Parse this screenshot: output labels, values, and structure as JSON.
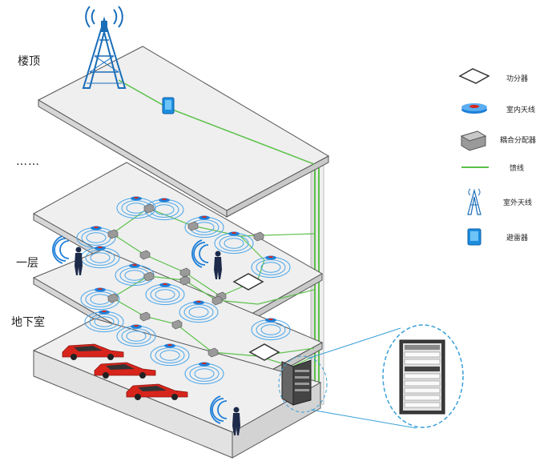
{
  "floors": {
    "roof": "楼顶",
    "ellipsis": "……",
    "first": "一层",
    "basement": "地下室"
  },
  "legend": {
    "splitter": "功分器",
    "indoor_antenna": "室内天线",
    "coupler": "耦合分配器",
    "feeder": "馈线",
    "outdoor_antenna": "室外天线",
    "arrester": "避雷器"
  },
  "colors": {
    "feeder": "#5cc04a",
    "floor_fill": "#efefef",
    "floor_edge": "#555555",
    "antenna_blue": "#1e7fd8",
    "car_red": "#d8251c"
  }
}
